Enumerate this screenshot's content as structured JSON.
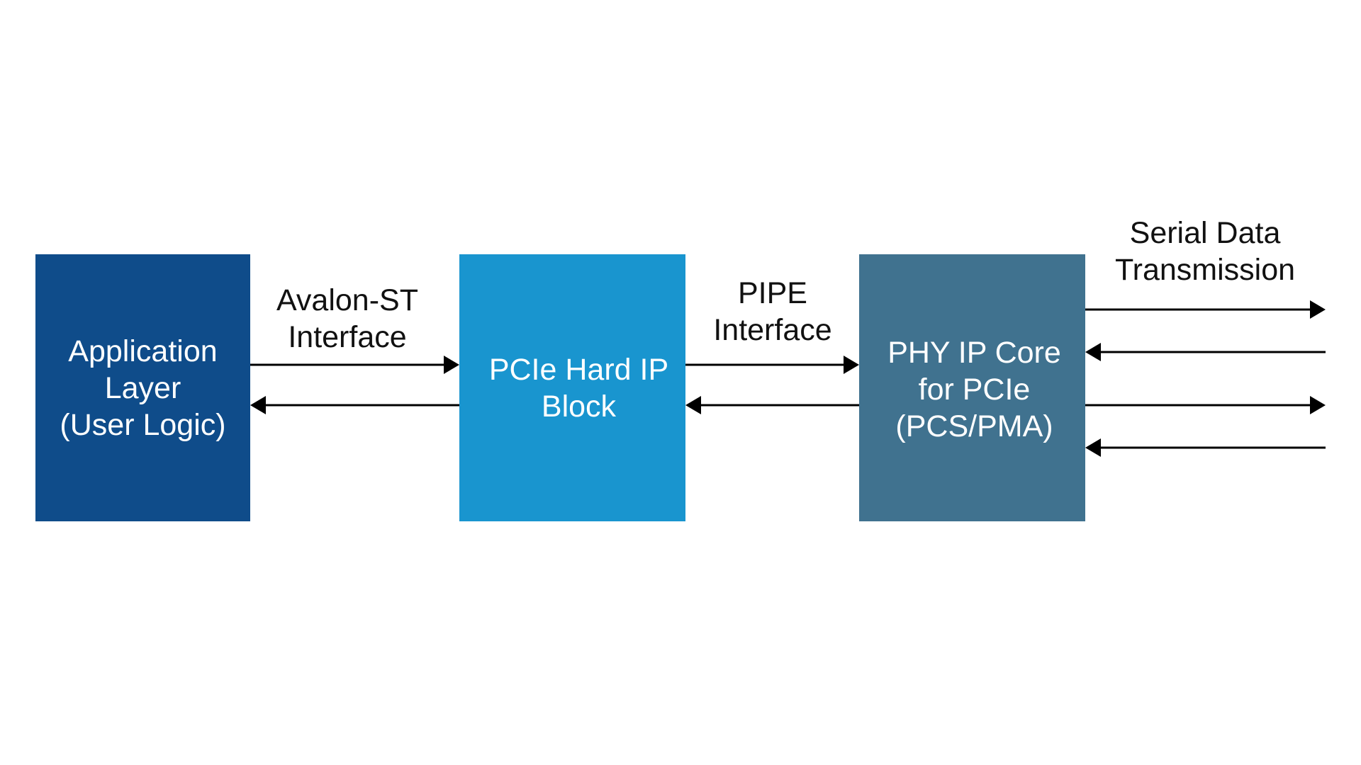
{
  "blocks": {
    "application_layer": "Application\nLayer\n(User Logic)",
    "pcie_hard_ip": "PCIe Hard IP\nBlock",
    "phy_ip_core": "PHY IP Core\nfor PCIe\n(PCS/PMA)"
  },
  "interfaces": {
    "avalon_st": "Avalon-ST\nInterface",
    "pipe": "PIPE\nInterface",
    "serial": "Serial Data\nTransmission"
  },
  "colors": {
    "application_layer": "#0f4c8a",
    "pcie_hard_ip": "#1995cf",
    "phy_ip_core": "#40728f",
    "arrows": "#000000",
    "text_dark": "#111111",
    "text_light": "#ffffff"
  }
}
